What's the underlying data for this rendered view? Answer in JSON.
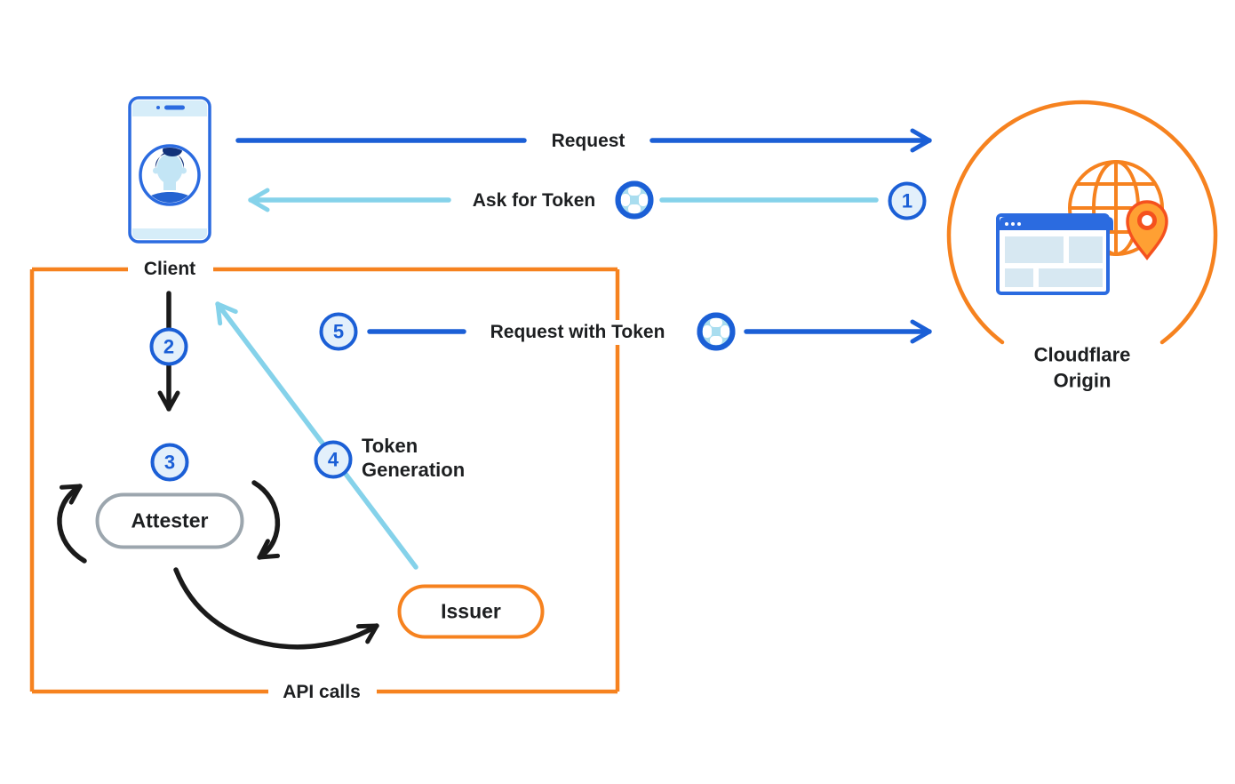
{
  "diagram": {
    "nodes": {
      "client": {
        "label": "Client",
        "icon": "smartphone-user-icon"
      },
      "attester": {
        "label": "Attester"
      },
      "issuer": {
        "label": "Issuer"
      },
      "cloudflare_origin": {
        "label_line1": "Cloudflare",
        "label_line2": "Origin",
        "icons": [
          "globe-icon",
          "browser-window-icon",
          "location-pin-icon"
        ]
      }
    },
    "arrows": {
      "request": {
        "label": "Request",
        "from": "Client",
        "to": "Cloudflare Origin"
      },
      "ask_for_token": {
        "step": "1",
        "label": "Ask for Token",
        "icon": "token-icon",
        "from": "Cloudflare Origin",
        "to": "Client"
      },
      "client_to_attester": {
        "step": "2",
        "from": "Client",
        "to": "Attester"
      },
      "attestation_cycle": {
        "step": "3",
        "around": "Attester"
      },
      "token_generation": {
        "step": "4",
        "label_line1": "Token",
        "label_line2": "Generation",
        "from": "Issuer",
        "to": "Client"
      },
      "request_with_token": {
        "step": "5",
        "label": "Request with Token",
        "icon": "token-icon",
        "from": "Client",
        "to": "Cloudflare Origin"
      }
    },
    "box": {
      "label": "API calls"
    },
    "colors": {
      "blue": "#1b5fd6",
      "light_blue": "#85d2ea",
      "orange": "#f6821f",
      "black": "#1a1a1a",
      "badge_fill": "#e3f0fb",
      "gray_border": "#9ca6ae",
      "pin_red_orange": "#f5511e",
      "pin_fill": "#ffa033",
      "pale_block": "#d7e8f2"
    }
  }
}
